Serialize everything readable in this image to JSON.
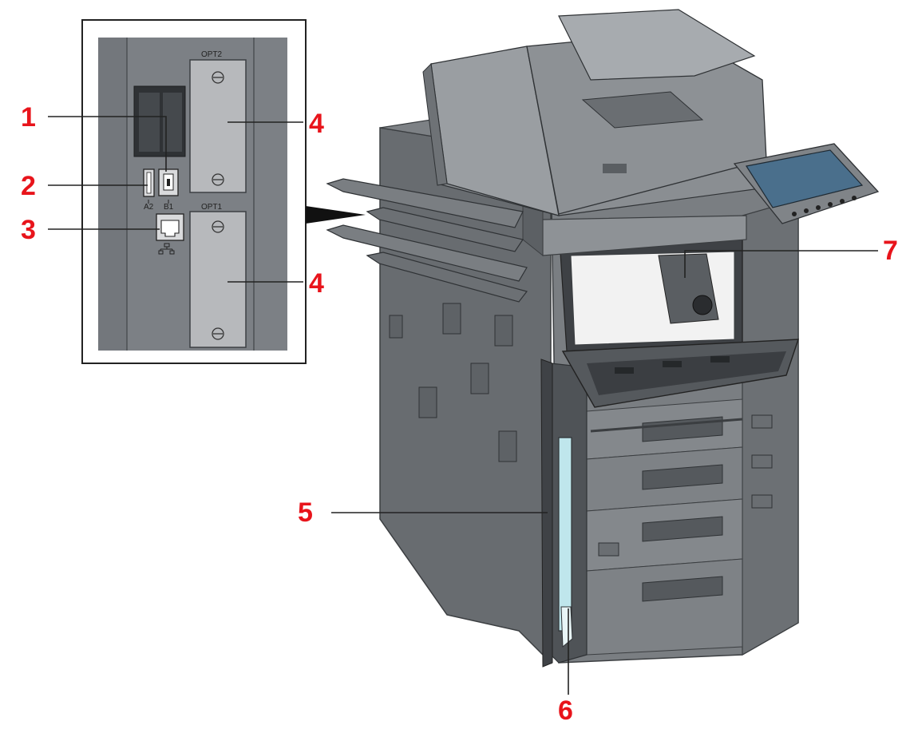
{
  "inset": {
    "opt2_label": "OPT2",
    "opt1_label": "OPT1",
    "usb_a_label": "A2",
    "usb_b_label": "B1"
  },
  "callouts": {
    "c1": "1",
    "c2": "2",
    "c3": "3",
    "c4a": "4",
    "c4b": "4",
    "c5": "5",
    "c6": "6",
    "c7": "7"
  },
  "colors": {
    "callout": "#e8141b",
    "body": "#6f7377",
    "body_dark": "#53575b",
    "body_light": "#8e9296",
    "toner_part": "#bfe6ec",
    "screen": "#4a6f8c"
  },
  "icons": {
    "usb": "usb-icon",
    "network": "network-icon"
  }
}
